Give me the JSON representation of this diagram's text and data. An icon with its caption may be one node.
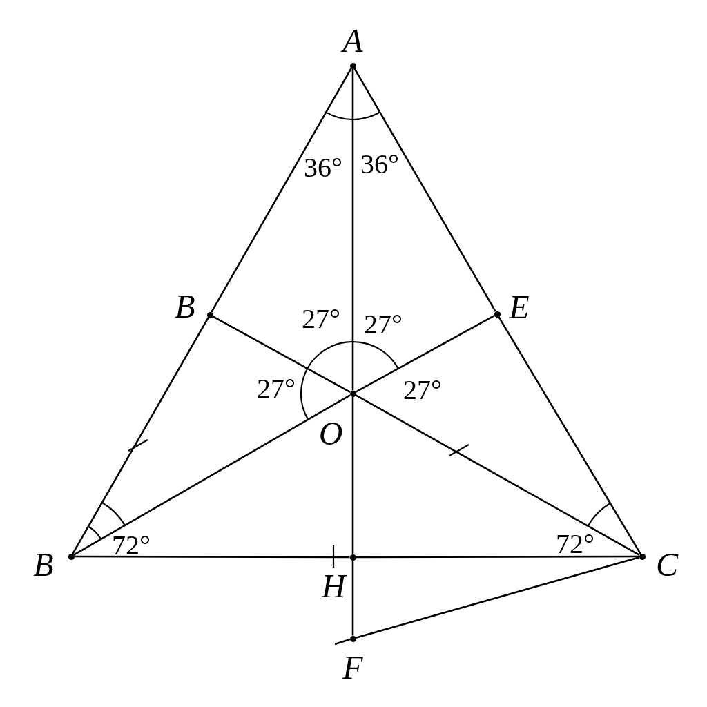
{
  "diagram": {
    "nodes": [
      {
        "text": [
          "A"
        ]
      },
      {
        "text": [
          "B"
        ]
      },
      {
        "text": [
          "E"
        ]
      },
      {
        "text": [
          "O"
        ]
      },
      {
        "text": [
          "B"
        ]
      },
      {
        "text": [
          "H"
        ]
      },
      {
        "text": [
          "C"
        ]
      },
      {
        "text": [
          "F"
        ]
      }
    ],
    "edges": [
      {
        "from": 0,
        "to": 1,
        "arrow": "none"
      },
      {
        "from": 1,
        "to": 4,
        "arrow": "none"
      },
      {
        "from": 0,
        "to": 2,
        "arrow": "none"
      },
      {
        "from": 2,
        "to": 6,
        "arrow": "none"
      },
      {
        "from": 4,
        "to": 5,
        "arrow": "none"
      },
      {
        "from": 5,
        "to": 6,
        "arrow": "none"
      },
      {
        "from": 6,
        "to": 7,
        "arrow": "none"
      },
      {
        "from": 0,
        "to": 3,
        "arrow": "none"
      },
      {
        "from": 3,
        "to": 5,
        "arrow": "none"
      },
      {
        "from": 1,
        "to": 3,
        "arrow": "none"
      },
      {
        "from": 3,
        "to": 6,
        "arrow": "none"
      },
      {
        "from": 4,
        "to": 3,
        "arrow": "none"
      },
      {
        "from": 3,
        "to": 2,
        "arrow": "none"
      },
      {
        "from": 5,
        "to": 7,
        "arrow": "none"
      }
    ],
    "labels": [
      "36°",
      "36°",
      "27°",
      "27°",
      "27°",
      "27°",
      "72°",
      "72°"
    ]
  }
}
